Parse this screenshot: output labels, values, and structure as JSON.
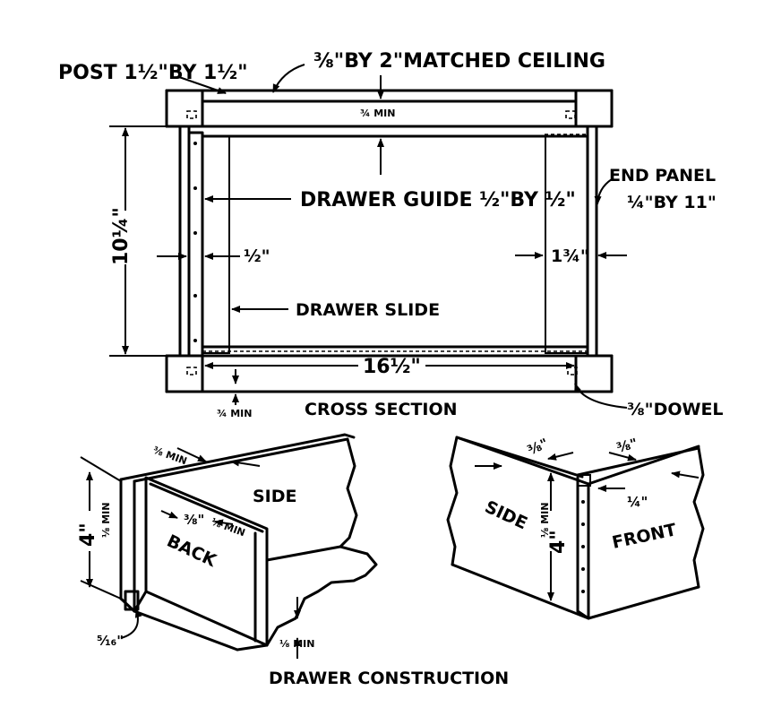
{
  "cross_section": {
    "post_label": "POST 1½\"BY 1½\"",
    "ceiling_label": "⅜\"BY 2\"MATCHED CEILING",
    "top_gap": "¾ MIN",
    "height_label": "10¼\"",
    "end_panel_label_1": "END PANEL",
    "end_panel_label_2": "¼\"BY 11\"",
    "drawer_guide_label": "DRAWER GUIDE ½\"BY ½\"",
    "half_inch_label": "½\"",
    "one_three_quarter_label": "1¾\"",
    "drawer_slide_label": "DRAWER SLIDE",
    "width_label": "16½\"",
    "bottom_gap": "¾ MIN",
    "caption": "CROSS SECTION",
    "dowel_label": "⅜\"DOWEL"
  },
  "drawer": {
    "back_height": "4\"",
    "back_min": "⅛ MIN",
    "back_top": "⅜ MIN",
    "side_label": "SIDE",
    "back_label": "BACK",
    "back_thick": "⅜\"",
    "inner_min": "⅛ MIN",
    "bottom_sixteenth": "⁵⁄₁₆\"",
    "bottom_min": "⅛ MIN",
    "front_side_label": "SIDE",
    "front_height": "4\"",
    "front_height_min": "⅛ MIN",
    "side_thick": "⅜\"",
    "front_thick": "⅜\"",
    "quarter_label": "¼\"",
    "front_label": "FRONT",
    "caption": "DRAWER CONSTRUCTION"
  }
}
